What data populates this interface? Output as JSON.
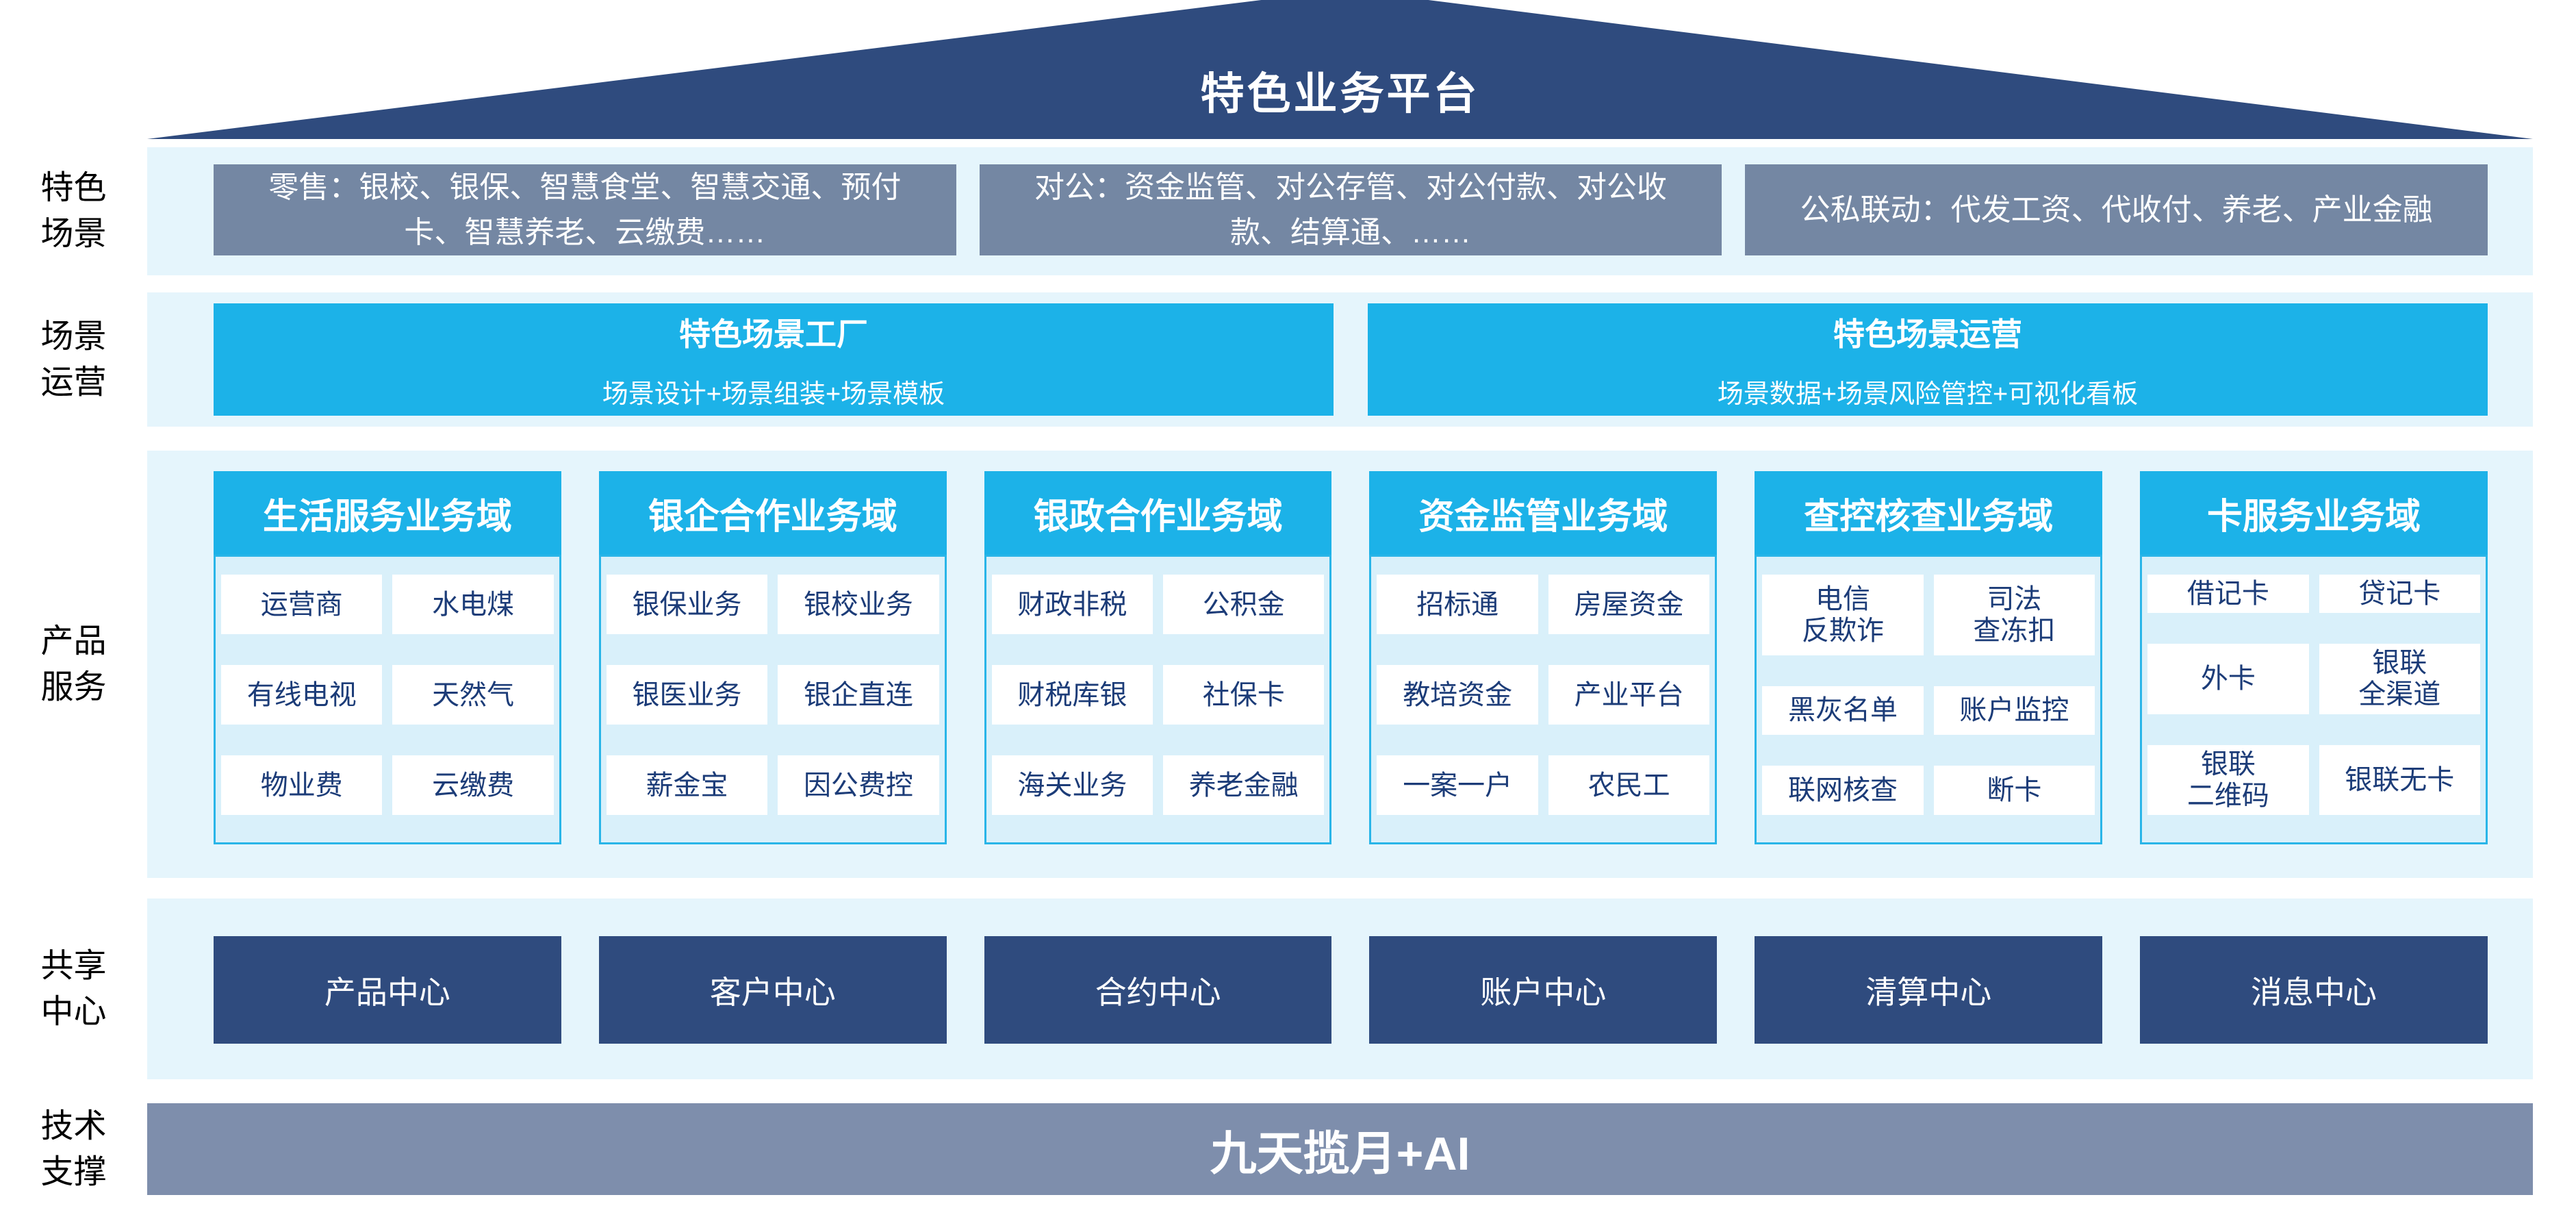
{
  "roof": {
    "title": "特色业务平台"
  },
  "side_labels": {
    "scenes": "特色\n场景",
    "operations": "场景\n运营",
    "products": "产品\n服务",
    "sharing": "共享\n中心",
    "technology": "技术\n支撑"
  },
  "scenario_row": {
    "retail": "零售：银校、银保、智慧食堂、智慧交通、预付卡、智慧养老、云缴费……",
    "corporate": "对公：资金监管、对公存管、对公付款、对公收款、结算通、……",
    "linkage": "公私联动：代发工资、代收付、养老、产业金融"
  },
  "operation_row": {
    "factory": {
      "title": "特色场景工厂",
      "subtitle": "场景设计+场景组装+场景模板"
    },
    "operation": {
      "title": "特色场景运营",
      "subtitle": "场景数据+场景风险管控+可视化看板"
    }
  },
  "product_row": {
    "columns": [
      {
        "header": "生活服务业务域",
        "cells": [
          "运营商",
          "水电煤",
          "有线电视",
          "天然气",
          "物业费",
          "云缴费"
        ]
      },
      {
        "header": "银企合作业务域",
        "cells": [
          "银保业务",
          "银校业务",
          "银医业务",
          "银企直连",
          "薪金宝",
          "因公费控"
        ]
      },
      {
        "header": "银政合作业务域",
        "cells": [
          "财政非税",
          "公积金",
          "财税库银",
          "社保卡",
          "海关业务",
          "养老金融"
        ]
      },
      {
        "header": "资金监管业务域",
        "cells": [
          "招标通",
          "房屋资金",
          "教培资金",
          "产业平台",
          "一案一户",
          "农民工"
        ]
      },
      {
        "header": "查控核查业务域",
        "cells": [
          "电信\n反欺诈",
          "司法\n查冻扣",
          "黑灰名单",
          "账户监控",
          "联网核查",
          "断卡"
        ]
      },
      {
        "header": "卡服务业务域",
        "cells": [
          "借记卡",
          "贷记卡",
          "外卡",
          "银联\n全渠道",
          "银联\n二维码",
          "银联无卡"
        ]
      }
    ]
  },
  "sharing_row": {
    "centers": [
      "产品中心",
      "客户中心",
      "合约中心",
      "账户中心",
      "清算中心",
      "消息中心"
    ]
  },
  "technology_row": {
    "platform": "九天揽月+AI"
  },
  "colors": {
    "roof_navy": "#2F4B7E",
    "scenario_box": "#7487A3",
    "cyan": "#1CB2E8",
    "band_bg": "#E5F5FC",
    "column_body_bg": "#D9F0FA",
    "column_border": "#29B5E8",
    "cell_text": "#1C3C78",
    "center_box": "#2F4B7E",
    "tech_bar": "#7E8EAC"
  }
}
